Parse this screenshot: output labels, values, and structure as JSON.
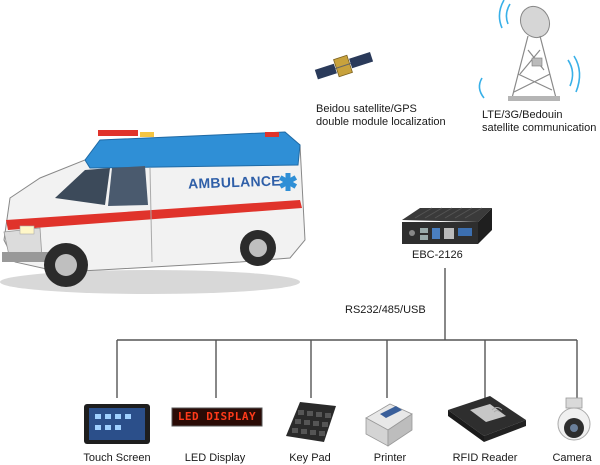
{
  "satellite": {
    "line1": "Beidou satellite/GPS",
    "line2": "double module localization"
  },
  "tower": {
    "line1": "LTE/3G/Bedouin",
    "line2": "satellite communication"
  },
  "ambulance": {
    "side_text": "AMBULANCE"
  },
  "controller": {
    "label": "EBC-2126"
  },
  "bus": {
    "label": "RS232/485/USB"
  },
  "devices": [
    {
      "label": "Touch  Screen",
      "icon": "touch-screen-icon"
    },
    {
      "label": "LED Display",
      "icon": "led-display-icon",
      "screen_text": "LED DISPLAY"
    },
    {
      "label": "Key Pad",
      "icon": "keypad-icon"
    },
    {
      "label": "Printer",
      "icon": "printer-icon"
    },
    {
      "label": "RFID Reader",
      "icon": "rfid-reader-icon"
    },
    {
      "label": "Camera",
      "icon": "camera-icon"
    }
  ],
  "colors": {
    "ambulance_blue": "#2f8fd6",
    "ambulance_red": "#e0332b",
    "led_red": "#ff3a1a",
    "line": "#555555"
  }
}
